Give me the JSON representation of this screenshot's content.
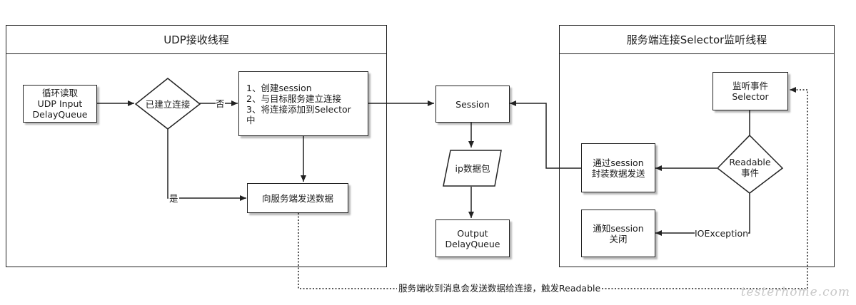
{
  "frames": {
    "udp_title": "UDP接收线程",
    "selector_title": "服务端连接Selector监听线程"
  },
  "nodes": {
    "loop_read": "循环读取\nUDP Input\nDelayQueue",
    "established_decision": "已建立连接",
    "create_session": "1、创建session\n2、与目标服务建立连接\n3、将连接添加到Selector\n中",
    "send_to_server": "向服务端发送数据",
    "session": "Session",
    "ip_packet": "ip数据包",
    "output_queue": "Output\nDelayQueue",
    "listen_selector": "监听事件\nSelector",
    "readable_decision": "Readable\n事件",
    "wrap_send": "通过session\n封装数据发送",
    "notify_close": "通知session\n关闭"
  },
  "edge_labels": {
    "no": "否",
    "yes": "是",
    "io_exception": "IOException",
    "server_readable": "服务端收到消息会发送数据给连接，触发Readable"
  },
  "watermark": "testerhome.com"
}
